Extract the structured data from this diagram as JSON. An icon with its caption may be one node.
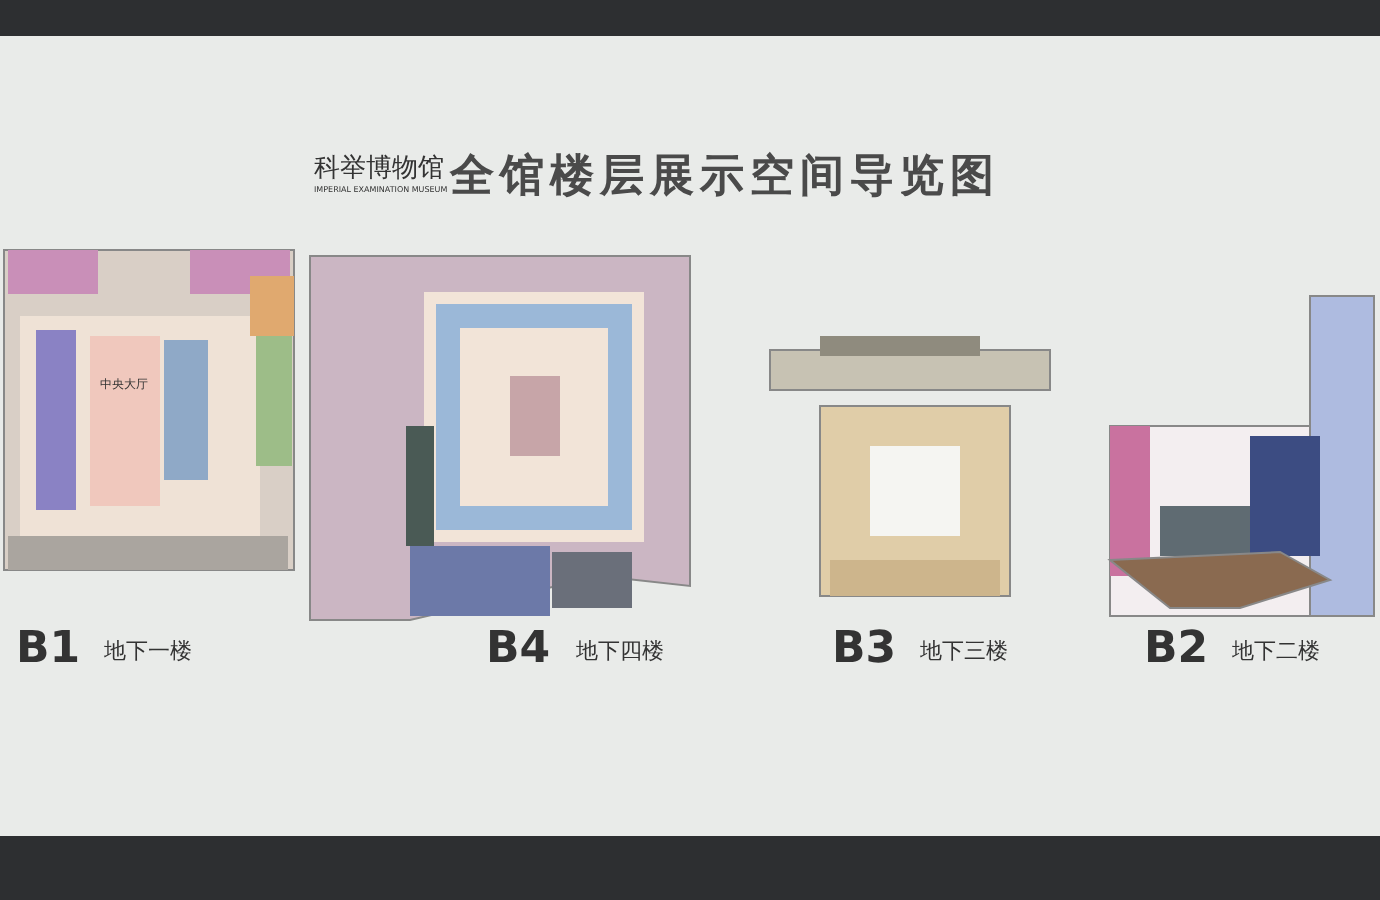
{
  "diagram": {
    "title": "全馆楼层展示空间导览图",
    "labels": [
      "科举博物馆",
      "IMPERIAL EXAMINATION MUSEUM",
      "B1",
      "地下一楼",
      "中央大厅",
      "B4",
      "地下四楼",
      "B3",
      "地下三楼",
      "B2",
      "地下二楼"
    ]
  }
}
